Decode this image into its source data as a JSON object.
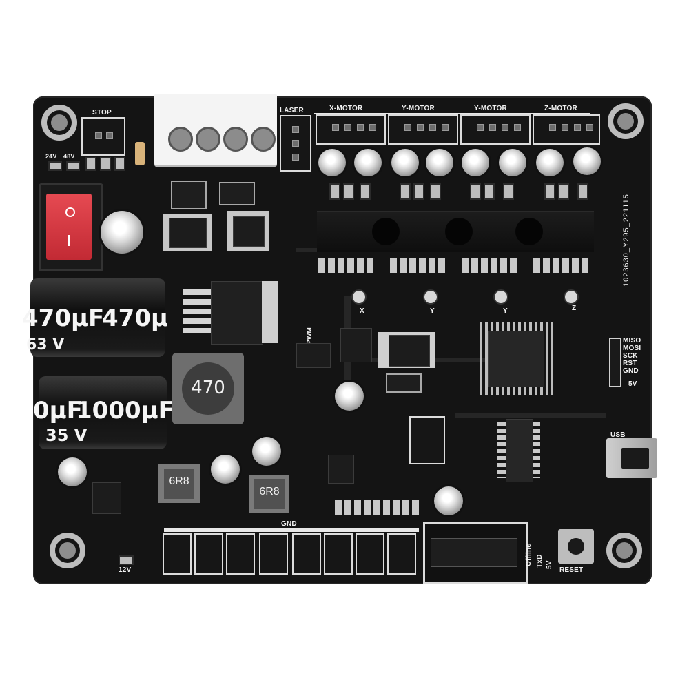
{
  "labels": {
    "stop": "STOP",
    "v24": "24V",
    "v48": "48V",
    "laser": "LASER",
    "x_motor": "X-MOTOR",
    "y_motor_1": "Y-MOTOR",
    "y_motor_2": "Y-MOTOR",
    "z_motor": "Z-MOTOR",
    "pwm": "PWM",
    "axis_x": "X",
    "axis_y1": "Y",
    "axis_y2": "Y",
    "axis_z": "Z",
    "board_id": "1023630_Y295_221115",
    "miso": "MISO",
    "mosi": "MOSI",
    "sck": "SCK",
    "rst": "RST",
    "gnd_isp": "GND",
    "v5_isp": "5V",
    "usb": "USB",
    "gnd_bottom": "GND",
    "v12": "12V",
    "offline": "Offline",
    "txd": "TxD",
    "v5_bottom": "5V",
    "reset": "RESET",
    "cap1_value": "470μF",
    "cap1_voltage": "63 V",
    "cap1_value_right": "470μ",
    "cap2_value": "1000μF",
    "cap2_voltage": "35 V",
    "cap2_value_left": "0μF",
    "inductor_main": "470",
    "inductor_a": "6R8",
    "inductor_b": "6R8"
  },
  "colors": {
    "board": "#141414",
    "silkscreen": "#f2f2f2",
    "power_switch": "#d8303a",
    "terminal": "#f4f4f4"
  },
  "icons": {
    "switch": "rocker-switch-icon",
    "usb": "mini-usb-port-icon"
  }
}
